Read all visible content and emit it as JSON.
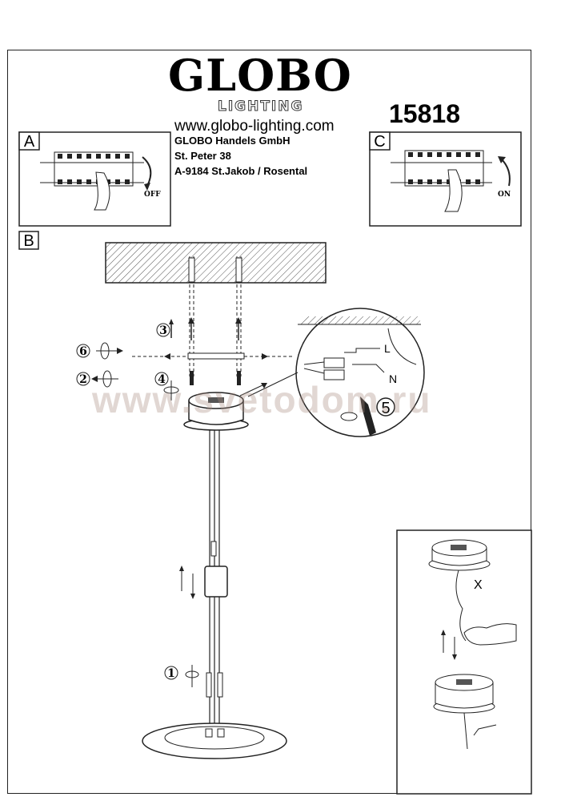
{
  "header": {
    "brand": "GLOBO",
    "brand_sub": "LIGHTING",
    "model_number": "15818",
    "website": "www.globo-lighting.com",
    "company": "GLOBO Handels GmbH",
    "street": "St. Peter 38",
    "city": "A-9184 St.Jakob / Rosental"
  },
  "panels": {
    "a_label": "A",
    "a_switch_text": "OFF",
    "c_label": "C",
    "c_switch_text": "ON",
    "b_label": "B"
  },
  "steps": {
    "s1": "1",
    "s2": "2",
    "s3": "3",
    "s4": "4",
    "s5": "5",
    "s6": "6"
  },
  "wiring": {
    "l_label": "L",
    "n_label": "N"
  },
  "inset": {
    "x_mark": "X"
  },
  "watermark": "www.svetodom.ru"
}
